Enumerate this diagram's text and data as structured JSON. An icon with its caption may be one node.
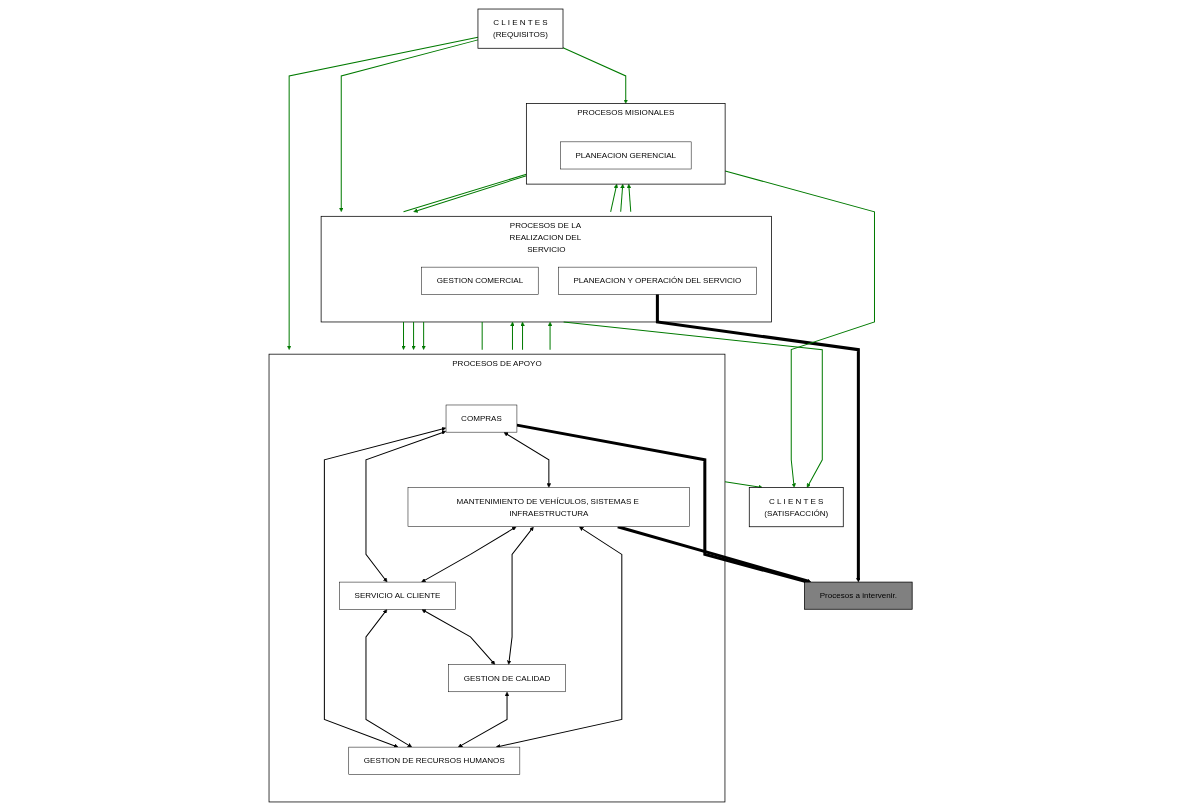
{
  "diagram": {
    "nodes": [
      {
        "text": [
          "C L I E N T E S",
          "(REQUISITOS)"
        ]
      },
      {
        "text": [
          "PROCESOS MISIONALES"
        ]
      },
      {
        "text": [
          "PLANEACION GERENCIAL"
        ],
        "in": 1
      },
      {
        "text": [
          "PROCESOS DE LA REALIZACION DEL SERVICIO"
        ]
      },
      {
        "text": [
          "GESTION COMERCIAL"
        ],
        "in": 3
      },
      {
        "text": [
          "PLANEACION Y OPERACIÓN DEL SERVICIO"
        ],
        "in": 3
      },
      {
        "text": [
          "PROCESOS DE APOYO"
        ]
      },
      {
        "text": [
          "COMPRAS"
        ],
        "in": 6
      },
      {
        "text": [
          "SERVICIO AL CLIENTE"
        ],
        "in": 6
      },
      {
        "text": [
          "GESTION DE RECURSOS HUMANOS"
        ],
        "in": 6
      },
      {
        "text": [
          "MANTENIMIENTO DE VEHÍCULOS, SISTEMAS E INFRAESTRUCTURA"
        ],
        "in": 6
      },
      {
        "text": [
          "GESTION DE CALIDAD"
        ],
        "in": 6
      },
      {
        "text": [
          "C L I E N T E S",
          "(SATISFACCIÓN)"
        ]
      },
      {
        "text": [
          "Procesos a intervenir."
        ]
      }
    ],
    "edges": [
      {
        "from": 0,
        "to": 1,
        "arrow": "to",
        "color": "#007a00"
      },
      {
        "from": 0,
        "to": 3,
        "arrow": "to",
        "color": "#007a00"
      },
      {
        "from": 0,
        "to": 6,
        "arrow": "to",
        "color": "#007a00"
      },
      {
        "from": 1,
        "to": 12,
        "arrow": "to",
        "color": "#007a00"
      },
      {
        "from": 3,
        "to": 12,
        "arrow": "to",
        "color": "#007a00"
      },
      {
        "from": 6,
        "to": 12,
        "arrow": "to",
        "color": "#007a00"
      },
      {
        "from": 1,
        "to": 3,
        "arrow": "none",
        "color": "#007a00"
      },
      {
        "from": 3,
        "to": 1,
        "arrow": "to",
        "color": "#007a00"
      },
      {
        "from": 1,
        "to": 3,
        "arrow": "to",
        "color": "#007a00"
      },
      {
        "from": 3,
        "to": 1,
        "arrow": "to",
        "color": "#007a00"
      },
      {
        "from": 3,
        "to": 1,
        "arrow": "to",
        "color": "#007a00"
      },
      {
        "from": 3,
        "to": 6,
        "arrow": "to",
        "color": "#007a00"
      },
      {
        "from": 6,
        "to": 3,
        "arrow": "to",
        "color": "#007a00"
      },
      {
        "from": 3,
        "to": 6,
        "arrow": "to",
        "color": "#007a00"
      },
      {
        "from": 6,
        "to": 3,
        "arrow": "to",
        "color": "#007a00"
      },
      {
        "from": 3,
        "to": 6,
        "arrow": "to",
        "color": "#007a00"
      },
      {
        "from": 6,
        "to": 3,
        "arrow": "to",
        "color": "#007a00"
      },
      {
        "from": 3,
        "to": 6,
        "arrow": "none",
        "color": "#007a00"
      },
      {
        "from": 7,
        "to": 9,
        "arrow": "both",
        "color": "#000000"
      },
      {
        "from": 7,
        "to": 8,
        "arrow": "both",
        "color": "#000000"
      },
      {
        "from": 8,
        "to": 9,
        "arrow": "both",
        "color": "#000000"
      },
      {
        "from": 7,
        "to": 10,
        "arrow": "both",
        "color": "#000000"
      },
      {
        "from": 10,
        "to": 8,
        "arrow": "both",
        "color": "#000000"
      },
      {
        "from": 8,
        "to": 11,
        "arrow": "both",
        "color": "#000000"
      },
      {
        "from": 10,
        "to": 11,
        "arrow": "both",
        "color": "#000000"
      },
      {
        "from": 11,
        "to": 9,
        "arrow": "both",
        "color": "#000000"
      },
      {
        "from": 10,
        "to": 9,
        "arrow": "both",
        "color": "#000000"
      },
      {
        "from": 7,
        "to": 13,
        "arrow": "to",
        "style": "thick",
        "color": "#000000"
      },
      {
        "from": 10,
        "to": 13,
        "arrow": "to",
        "style": "thick",
        "color": "#000000"
      },
      {
        "from": 5,
        "to": 13,
        "arrow": "to",
        "style": "thick",
        "color": "#000000"
      }
    ]
  }
}
